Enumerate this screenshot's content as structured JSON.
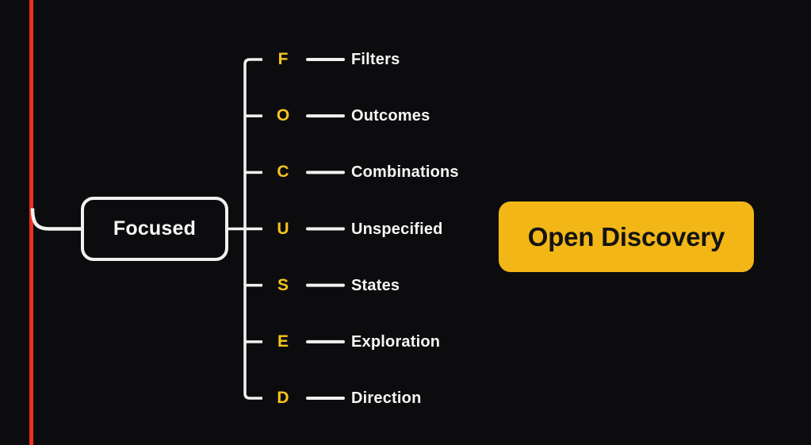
{
  "diagram": {
    "root": {
      "label": "Focused"
    },
    "branches": [
      {
        "letter": "F",
        "label": "Filters"
      },
      {
        "letter": "O",
        "label": "Outcomes"
      },
      {
        "letter": "C",
        "label": "Combinations"
      },
      {
        "letter": "U",
        "label": "Unspecified"
      },
      {
        "letter": "S",
        "label": "States"
      },
      {
        "letter": "E",
        "label": "Exploration"
      },
      {
        "letter": "D",
        "label": "Direction"
      }
    ],
    "side_note": {
      "label": "Open Discovery"
    },
    "colors": {
      "background": "#0c0c0e",
      "spine_red": "#ee2e1e",
      "connector_white": "#f1f1f1",
      "text_white": "#f6f6f6",
      "letter_yellow": "#f5c41d",
      "note_fill": "#f2b616",
      "note_text": "#131313"
    }
  }
}
